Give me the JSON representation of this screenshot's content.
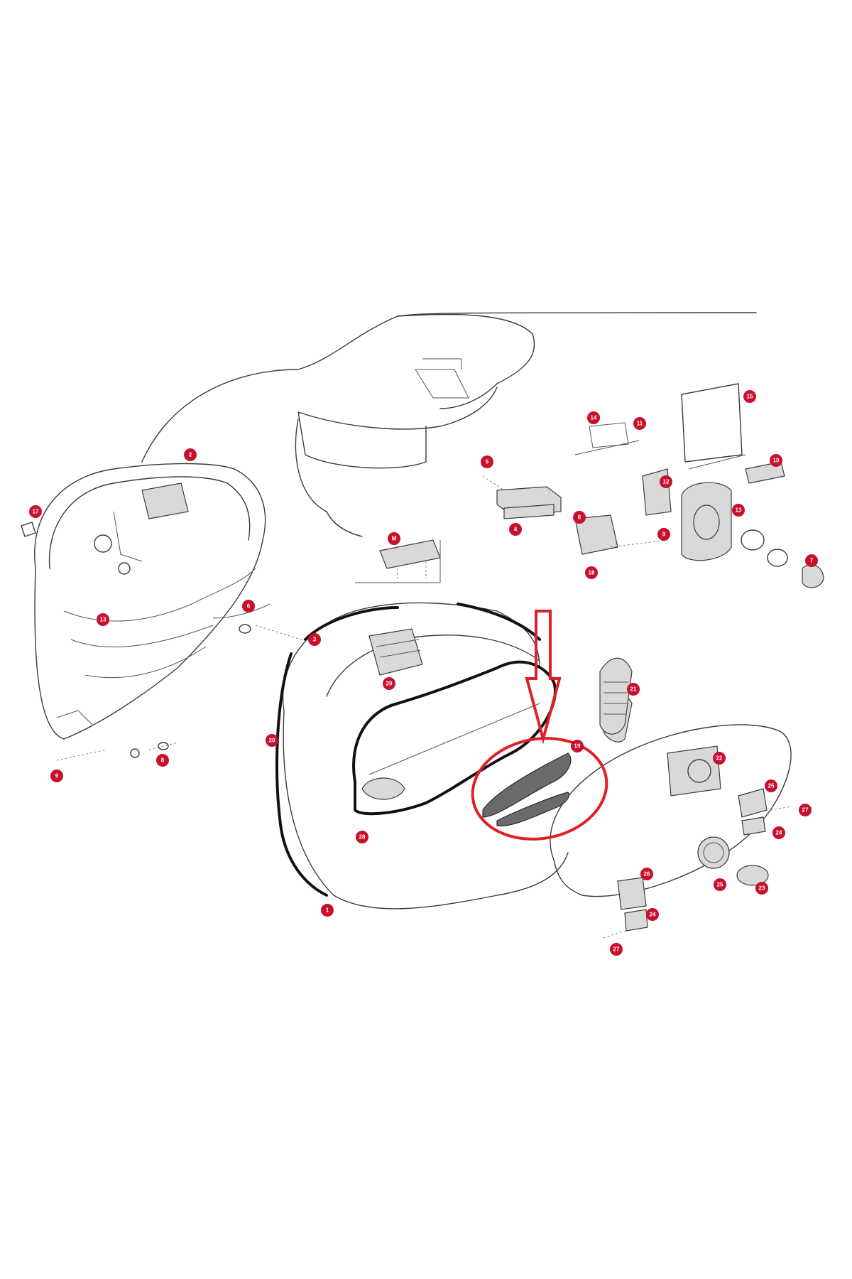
{
  "diagram": {
    "type": "exploded-parts-diagram",
    "accent_color": "#c8102e",
    "highlight_color": "#e01f26",
    "callouts": [
      {
        "label": "2"
      },
      {
        "label": "17"
      },
      {
        "label": "13"
      },
      {
        "label": "6"
      },
      {
        "label": "3"
      },
      {
        "label": "8"
      },
      {
        "label": "9"
      },
      {
        "label": "20"
      },
      {
        "label": "28"
      },
      {
        "label": "29"
      },
      {
        "label": "M"
      },
      {
        "label": "5"
      },
      {
        "label": "4"
      },
      {
        "label": "8"
      },
      {
        "label": "18"
      },
      {
        "label": "14"
      },
      {
        "label": "11"
      },
      {
        "label": "12"
      },
      {
        "label": "9"
      },
      {
        "label": "15"
      },
      {
        "label": "10"
      },
      {
        "label": "13"
      },
      {
        "label": "7"
      },
      {
        "label": "21"
      },
      {
        "label": "19"
      },
      {
        "label": "22"
      },
      {
        "label": "25"
      },
      {
        "label": "27"
      },
      {
        "label": "24"
      },
      {
        "label": "26"
      },
      {
        "label": "23"
      },
      {
        "label": "25"
      },
      {
        "label": "24"
      },
      {
        "label": "27"
      },
      {
        "label": "1"
      }
    ]
  }
}
